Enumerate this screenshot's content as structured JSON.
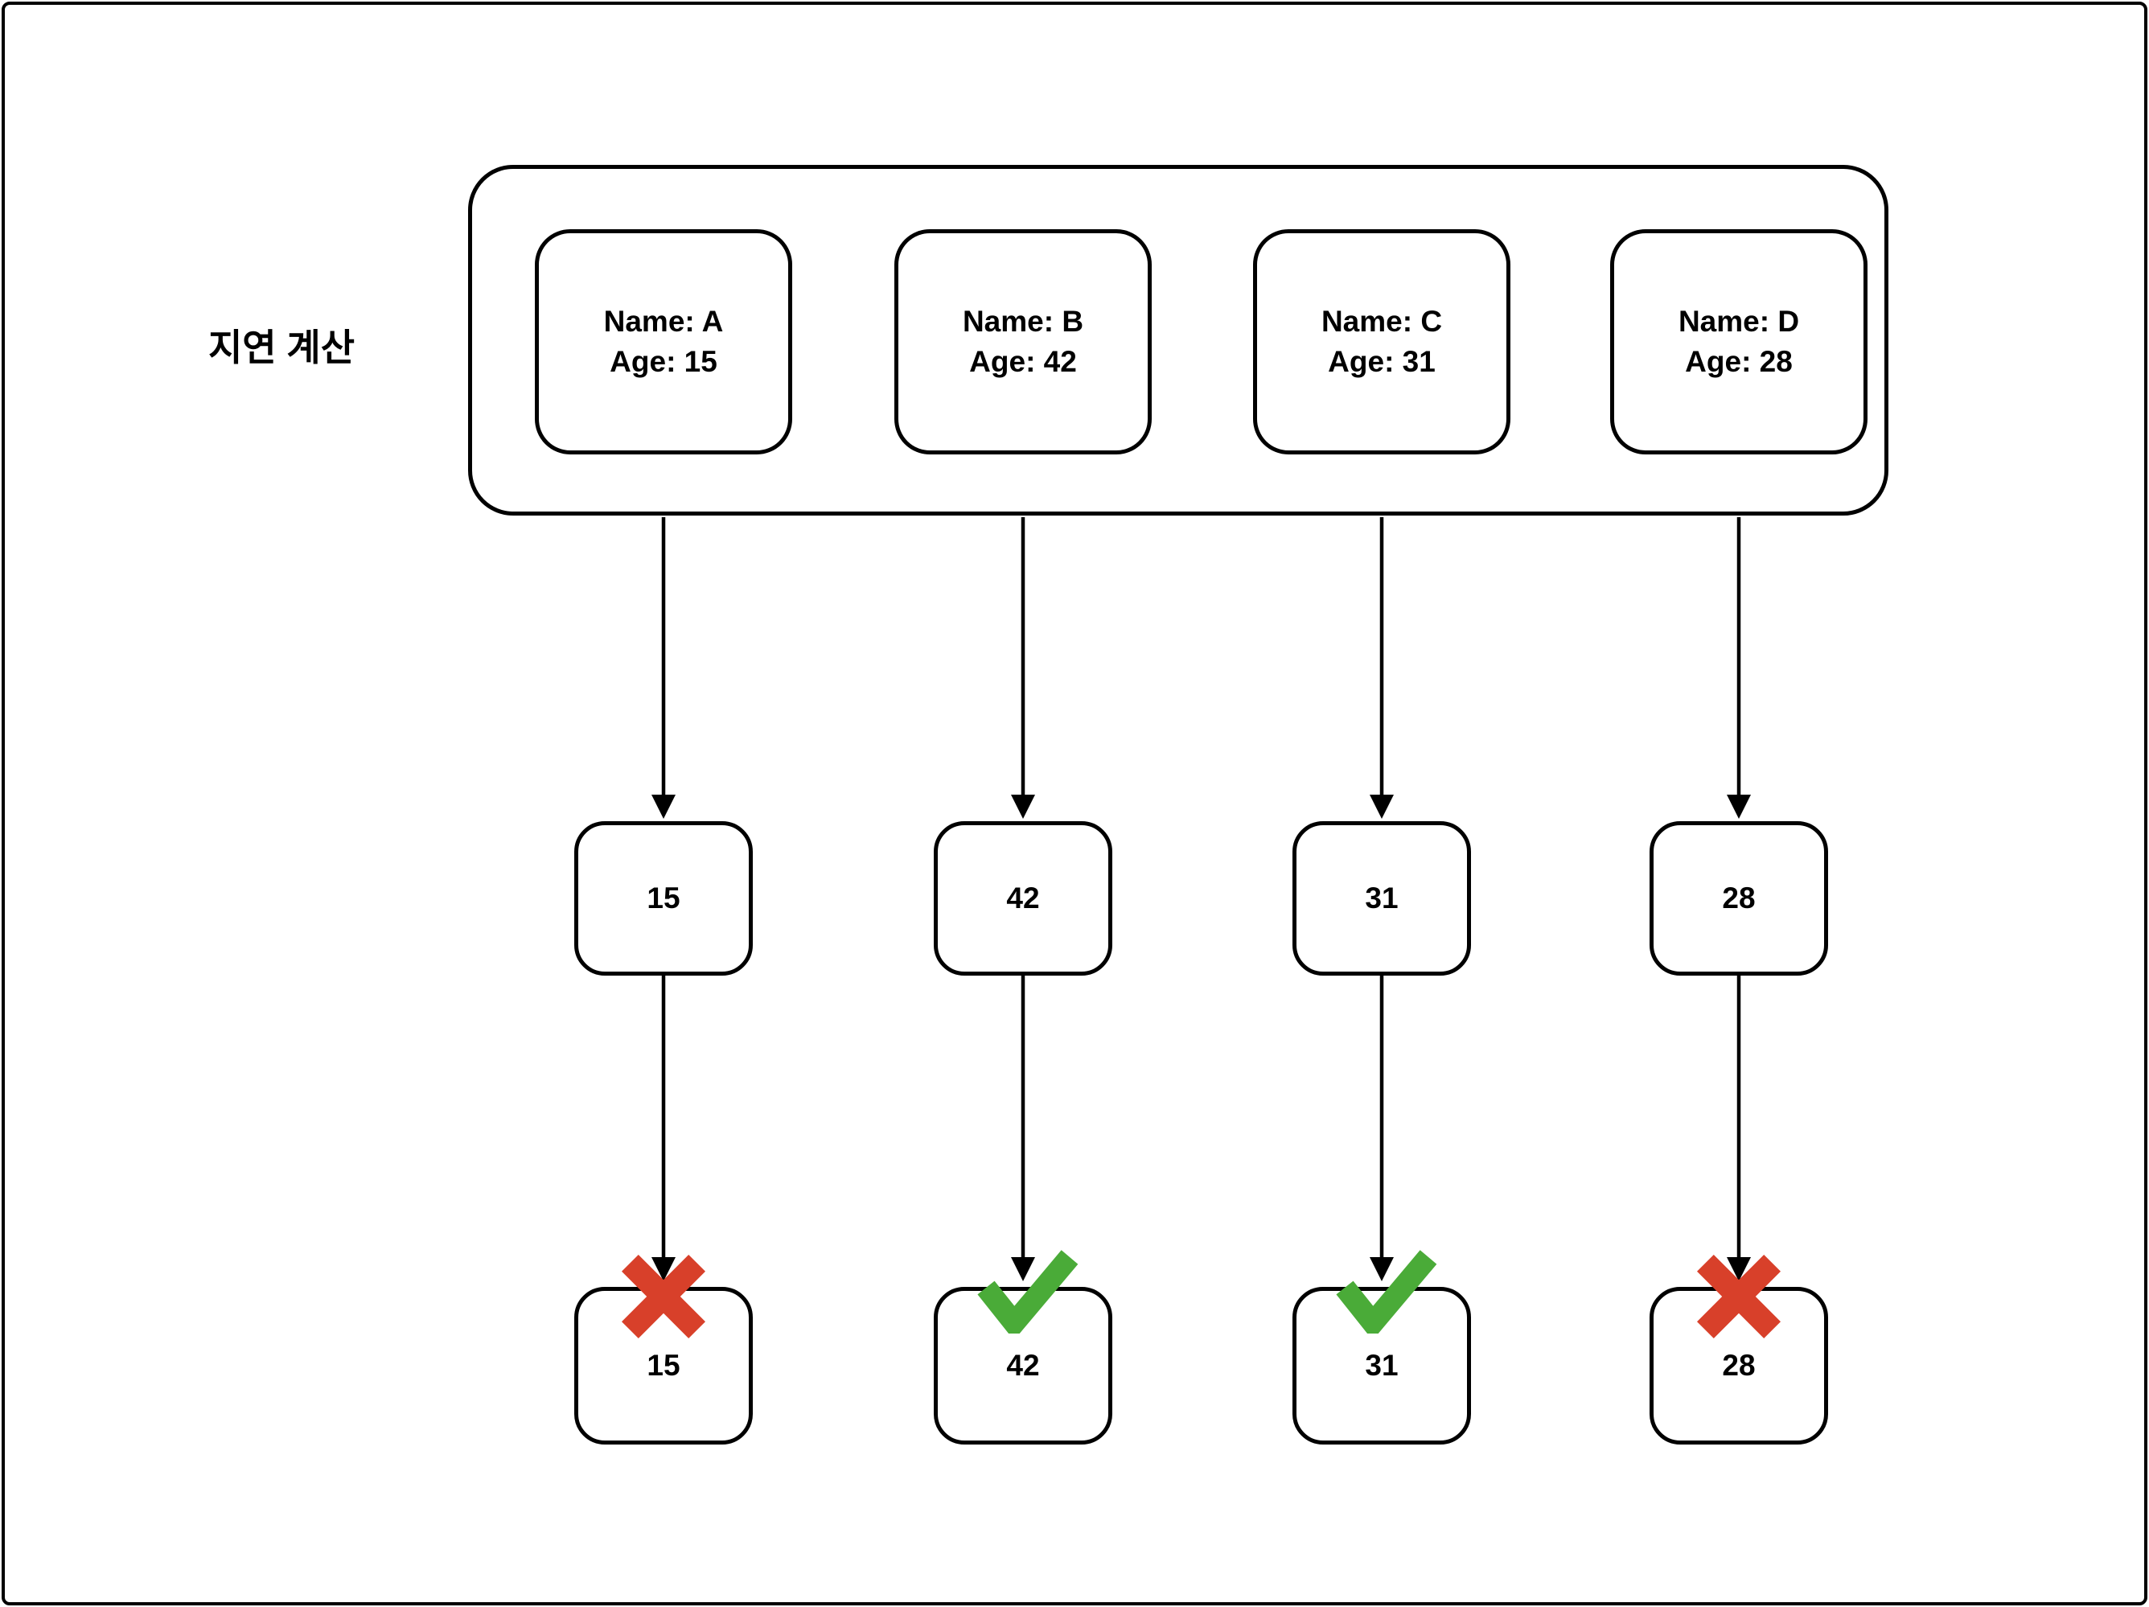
{
  "diagram": {
    "title": "지연 계산",
    "colors": {
      "stroke": "#000000",
      "reject_x": "#D8402A",
      "accept_check": "#4AAB38"
    },
    "columns": [
      {
        "record": {
          "name_line": "Name: A",
          "age_line": "Age: 15"
        },
        "evaluated_value": "15",
        "result_value": "15",
        "status": "rejected"
      },
      {
        "record": {
          "name_line": "Name: B",
          "age_line": "Age: 42"
        },
        "evaluated_value": "42",
        "result_value": "42",
        "status": "accepted"
      },
      {
        "record": {
          "name_line": "Name: C",
          "age_line": "Age: 31"
        },
        "evaluated_value": "31",
        "result_value": "31",
        "status": "accepted"
      },
      {
        "record": {
          "name_line": "Name: D",
          "age_line": "Age: 28"
        },
        "evaluated_value": "28",
        "result_value": "28",
        "status": "rejected"
      }
    ]
  }
}
